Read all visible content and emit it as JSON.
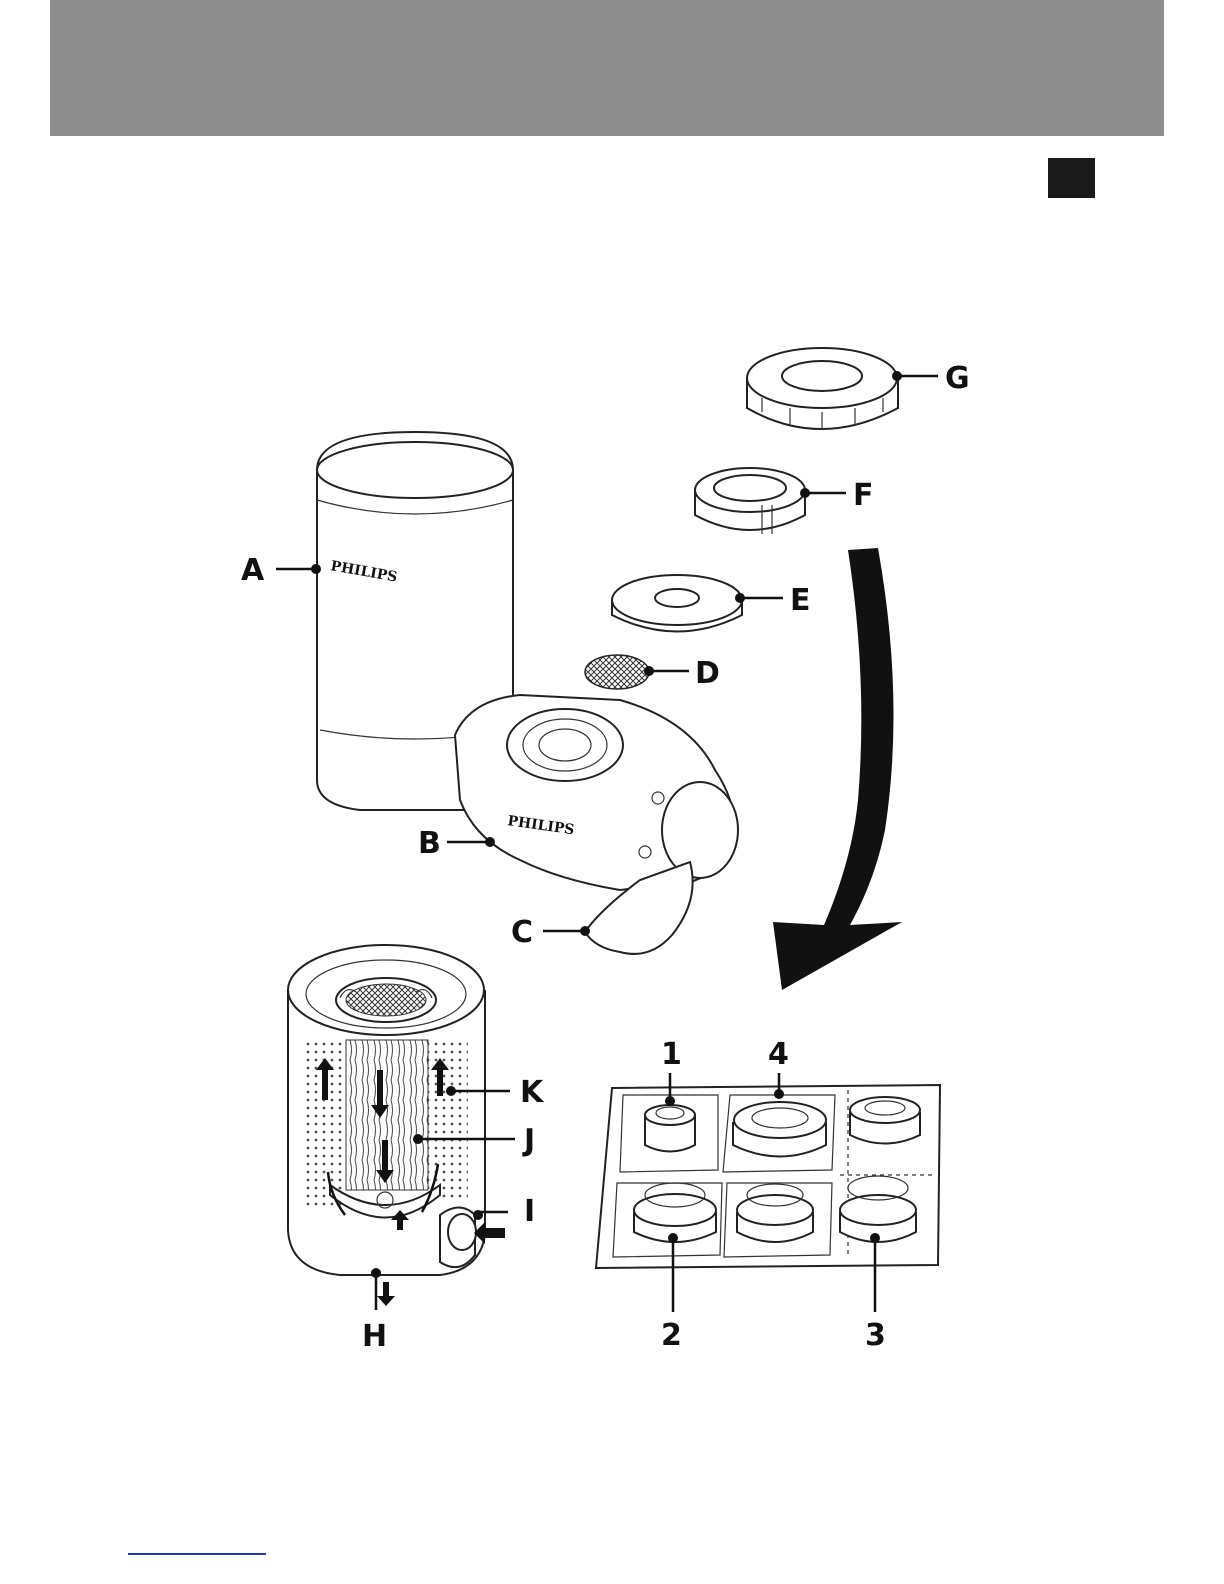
{
  "brand": "PHILIPS",
  "labels": {
    "A": "A",
    "B": "B",
    "C": "C",
    "D": "D",
    "E": "E",
    "F": "F",
    "G": "G",
    "H": "H",
    "I": "I",
    "J": "J",
    "K": "K"
  },
  "adapters": {
    "n1": "1",
    "n2": "2",
    "n3": "3",
    "n4": "4"
  },
  "colors": {
    "header": "#8e8e8e",
    "tab": "#1a1a1a",
    "ink": "#111111",
    "link": "#1a3cc4"
  }
}
